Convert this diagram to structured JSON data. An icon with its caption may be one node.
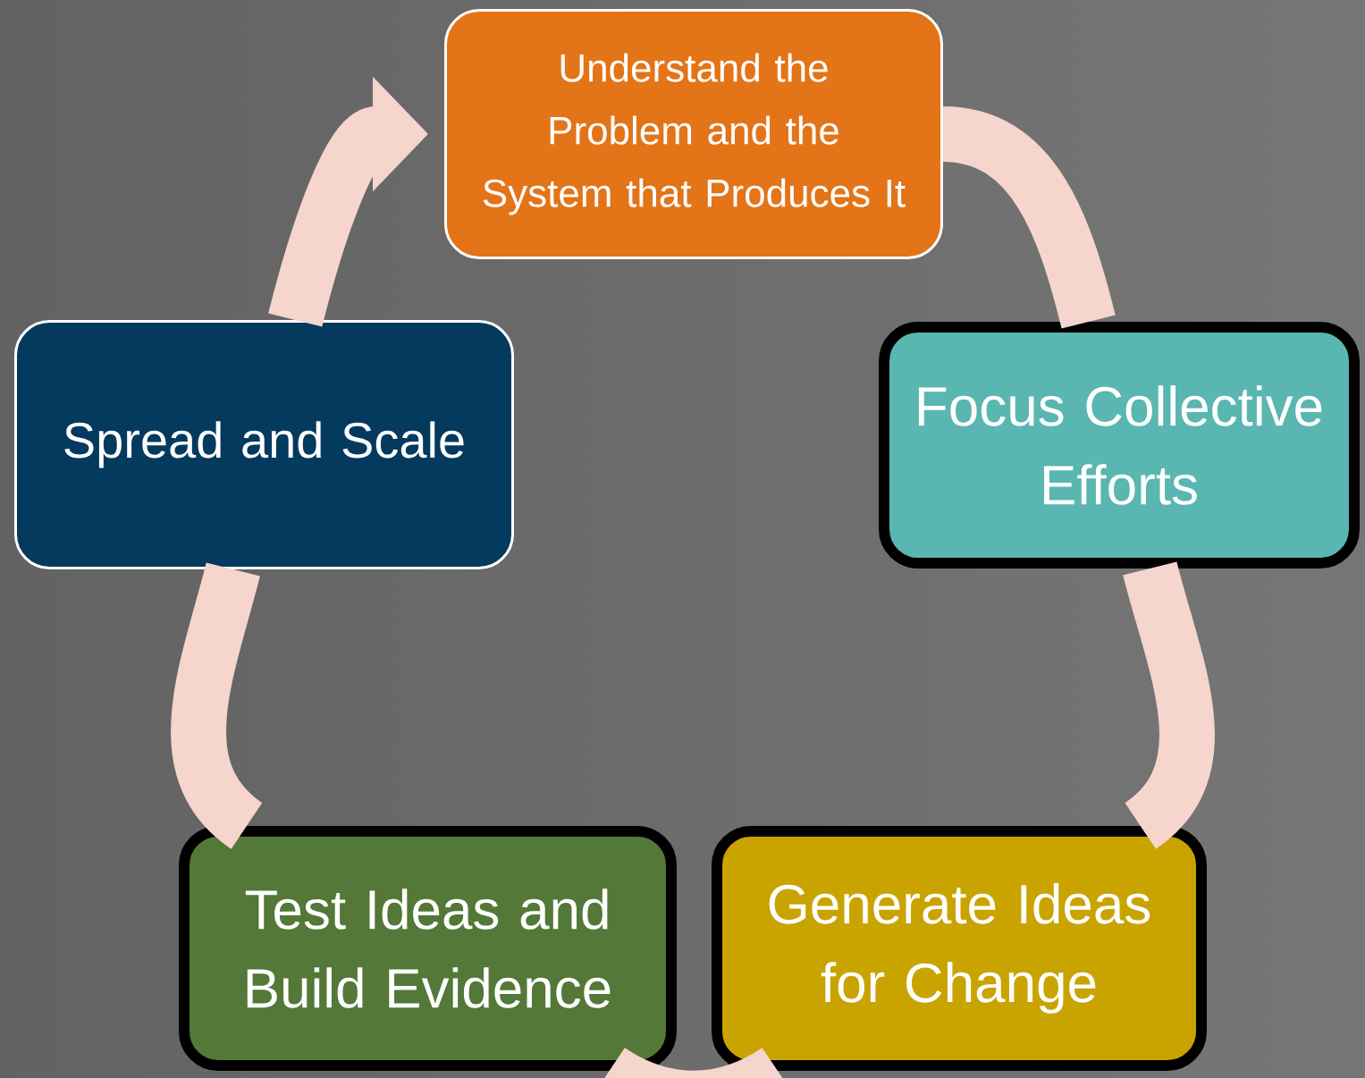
{
  "diagram": {
    "nodes": [
      {
        "text": [
          "Understand the Problem and the System that Produces It"
        ]
      },
      {
        "text": [
          "Focus Collective Efforts"
        ]
      },
      {
        "text": [
          "Generate Ideas for Change"
        ]
      },
      {
        "text": [
          "Test Ideas and Build Evidence"
        ]
      },
      {
        "text": [
          "Spread and Scale"
        ]
      }
    ],
    "edges": [
      {
        "from": 0,
        "to": 1,
        "arrow": "none"
      },
      {
        "from": 1,
        "to": 2,
        "arrow": "none"
      },
      {
        "from": 2,
        "to": 3,
        "arrow": "none"
      },
      {
        "from": 3,
        "to": 4,
        "arrow": "none"
      },
      {
        "from": 4,
        "to": 0,
        "arrow": "to"
      }
    ]
  }
}
